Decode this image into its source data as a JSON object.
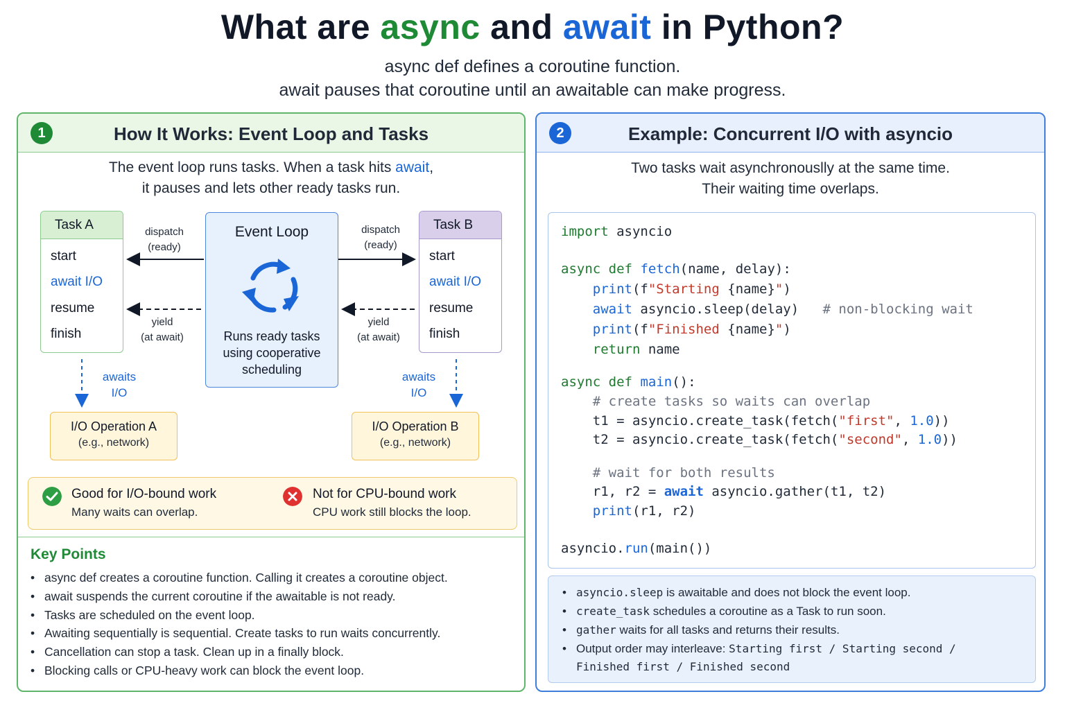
{
  "header": {
    "title_part1": "What are ",
    "title_async": "async",
    "title_part2": " and ",
    "title_await": "await",
    "title_part3": " in Python?",
    "subtitle_line1": "async def defines a coroutine function.",
    "subtitle_line2": "await pauses that coroutine until an awaitable can make progress."
  },
  "left": {
    "badge": "1",
    "title": "How It Works: Event Loop and Tasks",
    "intro_line1_a": "The event loop runs tasks. When a task hits ",
    "intro_line1_kw": "await",
    "intro_line1_b": ",",
    "intro_line2": "it pauses and lets other ready tasks run.",
    "task_a": {
      "title": "Task A",
      "steps": [
        "start",
        "await I/O",
        "resume",
        "finish"
      ]
    },
    "task_b": {
      "title": "Task B",
      "steps": [
        "start",
        "await I/O",
        "resume",
        "finish"
      ]
    },
    "event_loop": {
      "title": "Event Loop",
      "desc_line1": "Runs ready tasks",
      "desc_line2": "using cooperative",
      "desc_line3": "scheduling"
    },
    "dispatch": {
      "line1": "dispatch",
      "line2": "(ready)"
    },
    "yield": {
      "line1": "yield",
      "line2": "(at await)"
    },
    "awaits": {
      "line1": "awaits",
      "line2": "I/O"
    },
    "io_a": {
      "title": "I/O Operation A",
      "sub": "(e.g., network)"
    },
    "io_b": {
      "title": "I/O Operation B",
      "sub": "(e.g., network)"
    },
    "good": {
      "title": "Good for I/O-bound work",
      "sub": "Many waits can overlap."
    },
    "bad": {
      "title": "Not for CPU-bound work",
      "sub": "CPU work still blocks the loop."
    },
    "key_points_title": "Key Points",
    "key_points": [
      "async def creates a coroutine function. Calling it creates a coroutine object.",
      "await suspends the current coroutine if the awaitable is not ready.",
      "Tasks are scheduled on the event loop.",
      "Awaiting sequentially is sequential. Create tasks to run waits concurrently.",
      "Cancellation can stop a task. Clean up in a finally block.",
      "Blocking calls or CPU-heavy work can block the event loop."
    ]
  },
  "right": {
    "badge": "2",
    "title": "Example: Concurrent I/O with asyncio",
    "intro_line1": "Two tasks wait asynchronouslly at the same time.",
    "intro_line2": "Their waiting time overlaps.",
    "code": {
      "import_kw": "import",
      "import_mod": " asyncio",
      "async1": "async",
      "def1": "def",
      "fetch_name": "fetch",
      "fetch_params": "(name, delay):",
      "print1": "print",
      "print1_open": "(f",
      "str_starting": "\"Starting ",
      "name_ph": "{name}",
      "str_q": "\"",
      "close_paren": ")",
      "await1": "await",
      "sleep_call": " asyncio.sleep(delay)",
      "comment_nb": "# non-blocking wait",
      "print2": "print",
      "str_finished": "\"Finished ",
      "return_kw": "return",
      "return_val": " name",
      "async2": "async",
      "def2": "def",
      "main_name": "main",
      "main_params": "():",
      "comment_create": "# create tasks so waits can overlap",
      "t1_prefix": "t1 = asyncio.create_task(fetch(",
      "t1_str": "\"first\"",
      "comma": ", ",
      "num": "1.0",
      "close2": "))",
      "t2_prefix": "t2 = asyncio.create_task(fetch(",
      "t2_str": "\"second\"",
      "comment_wait": "# wait for both results",
      "gather_prefix": "r1, r2 = ",
      "await2": "await",
      "gather_call": " asyncio.gather(t1, t2)",
      "print3": "print",
      "print3_args": "(r1, r2)",
      "run_prefix": "asyncio.",
      "run_fn": "run",
      "run_args": "(main())"
    },
    "notes": {
      "n1_code": "asyncio.sleep",
      "n1_text": " is awaitable and does not block the event loop.",
      "n2_code": "create_task",
      "n2_text": " schedules a coroutine as a Task to run soon.",
      "n3_code": "gather",
      "n3_text": " waits for all tasks and returns their results.",
      "n4_text": "Output order may interleave: ",
      "n4_code1": "Starting first / Starting second /",
      "n4_code2": "Finished first / Finished second"
    }
  },
  "colors": {
    "async_green": "#1f8a36",
    "await_blue": "#1a66d6",
    "left_border": "#5fb56a",
    "right_border": "#3d7ddb",
    "io_fill": "#fff6dc",
    "check_green": "#2e9e44",
    "cross_red": "#e03131"
  },
  "icons": [
    "check-circle-icon",
    "x-circle-icon",
    "cycle-arrows-icon",
    "arrow-left-icon",
    "arrow-right-icon",
    "dashed-arrow-icon"
  ]
}
